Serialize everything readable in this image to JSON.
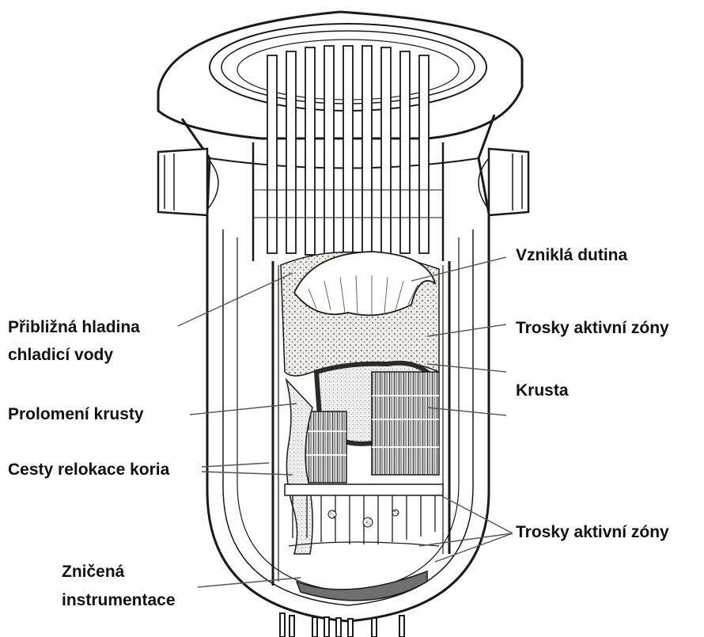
{
  "labels": {
    "vzniklaDutina": "Vzniklá dutina",
    "hladina1": "Přibližná hladina",
    "hladina2": "chladicí vody",
    "troskyTop": "Trosky aktivní zóny",
    "krusta": "Krusta",
    "prolomeni": "Prolomení krusty",
    "cesty": "Cesty relokace koria",
    "troskyBottom": "Trosky aktivní zóny",
    "znicena1": "Zničená",
    "znicena2": "instrumentace"
  },
  "colors": {
    "ink": "#1a1a1a",
    "leader": "#555555",
    "debris": "#e8e6df",
    "crust": "#9a9a9a"
  }
}
